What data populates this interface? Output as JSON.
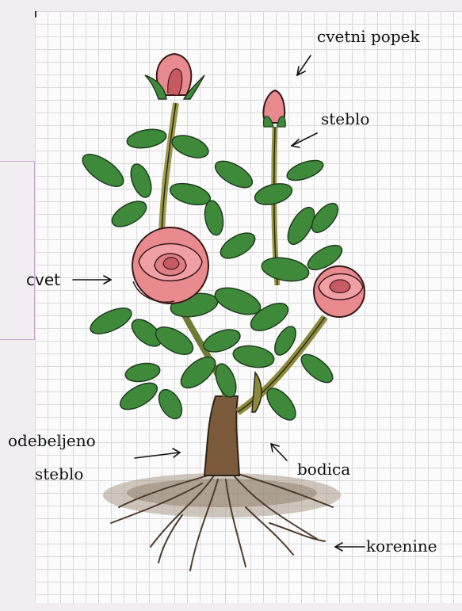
{
  "labels": {
    "cvetni_popek": "cvetni popek",
    "steblo_top": "steblo",
    "cvet": "cvet",
    "odebeljeno": "odebeljeno",
    "steblo_bottom": "steblo",
    "bodica": "bodica",
    "korenine": "korenine"
  },
  "colors": {
    "leaf": "#3f8a3a",
    "leaf_dark": "#2b6a2b",
    "stem": "#8a8a3a",
    "petal": "#e88a8e",
    "petal_dark": "#c85a62",
    "trunk": "#7a5a3a",
    "soil": "#8a7a6a",
    "root": "#5a4a3a"
  }
}
